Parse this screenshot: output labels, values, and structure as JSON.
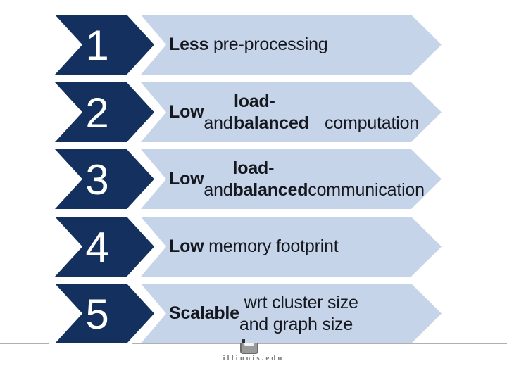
{
  "colors": {
    "navy": "#13305e",
    "light_blue": "#c5d4e8",
    "text": "#16181f",
    "divider": "#b0b0b0",
    "footer_text": "#7d7d7d"
  },
  "steps": [
    {
      "number": "1",
      "parts": [
        {
          "t": "Less",
          "b": true
        },
        {
          "t": " pre-processing",
          "b": false
        }
      ]
    },
    {
      "number": "2",
      "parts": [
        {
          "t": "Low",
          "b": true
        },
        {
          "t": " and ",
          "b": false
        },
        {
          "t": "load-balanced",
          "b": true
        },
        {
          "t": "\ncomputation",
          "b": false
        }
      ]
    },
    {
      "number": "3",
      "parts": [
        {
          "t": "Low",
          "b": true
        },
        {
          "t": " and ",
          "b": false
        },
        {
          "t": "load-balanced",
          "b": true
        },
        {
          "t": "\ncommunication",
          "b": false
        }
      ]
    },
    {
      "number": "4",
      "parts": [
        {
          "t": "Low",
          "b": true
        },
        {
          "t": " memory footprint",
          "b": false
        }
      ]
    },
    {
      "number": "5",
      "parts": [
        {
          "t": "Scalable",
          "b": true
        },
        {
          "t": " wrt cluster size\nand graph size",
          "b": false
        }
      ]
    }
  ],
  "footer": {
    "domain": "illinois.edu"
  }
}
